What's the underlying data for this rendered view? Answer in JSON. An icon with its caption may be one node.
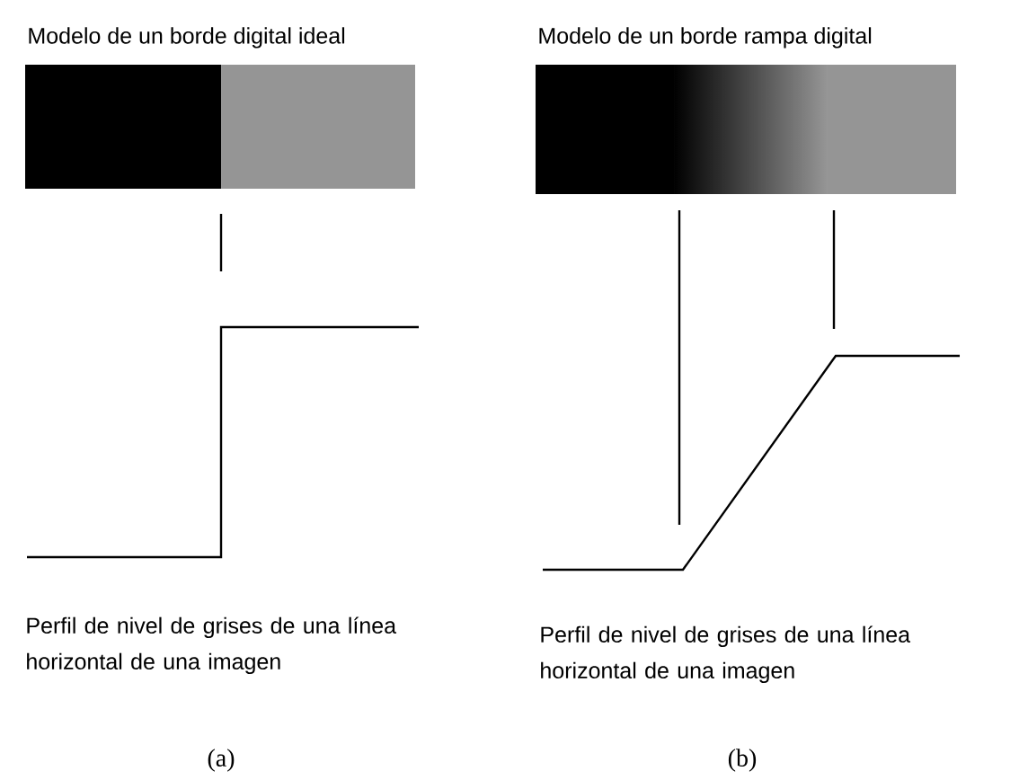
{
  "diagram": {
    "nodes": [
      {
        "text": [
          "Modelo de un borde digital ideal"
        ]
      },
      {
        "text": [
          "Modelo de un borde rampa digital"
        ]
      }
    ],
    "labels": [
      "Perfil de nivel de grises de una línea horizontal de una imagen",
      "Perfil de nivel de grises de una línea horizontal de una imagen",
      "(a)",
      "(b)"
    ]
  }
}
